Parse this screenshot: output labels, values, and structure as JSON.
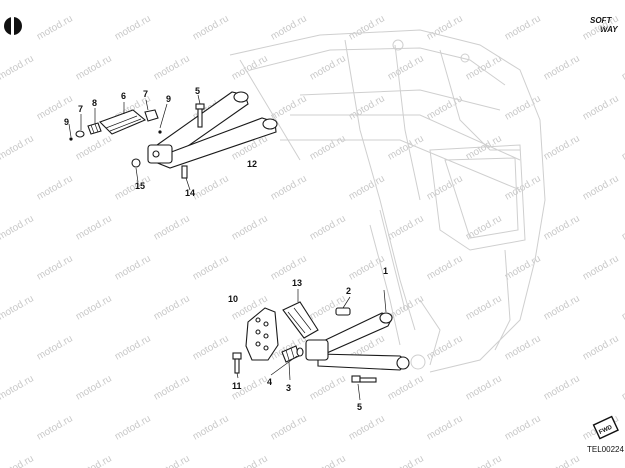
{
  "brand": {
    "line1": "SOFT",
    "line2": "WAY"
  },
  "watermark_text": "motod.ru",
  "fwd_label": "FWD",
  "reference_code": "TEL00224",
  "callouts": {
    "c1": "1",
    "c2": "2",
    "c3": "3",
    "c4": "4",
    "c5": "5",
    "c6": "6",
    "c7a": "7",
    "c7b": "7",
    "c8": "8",
    "c9a": "9",
    "c9b": "9",
    "c10": "10",
    "c11": "11",
    "c12": "12",
    "c13": "13",
    "c14": "14",
    "c15": "15"
  }
}
